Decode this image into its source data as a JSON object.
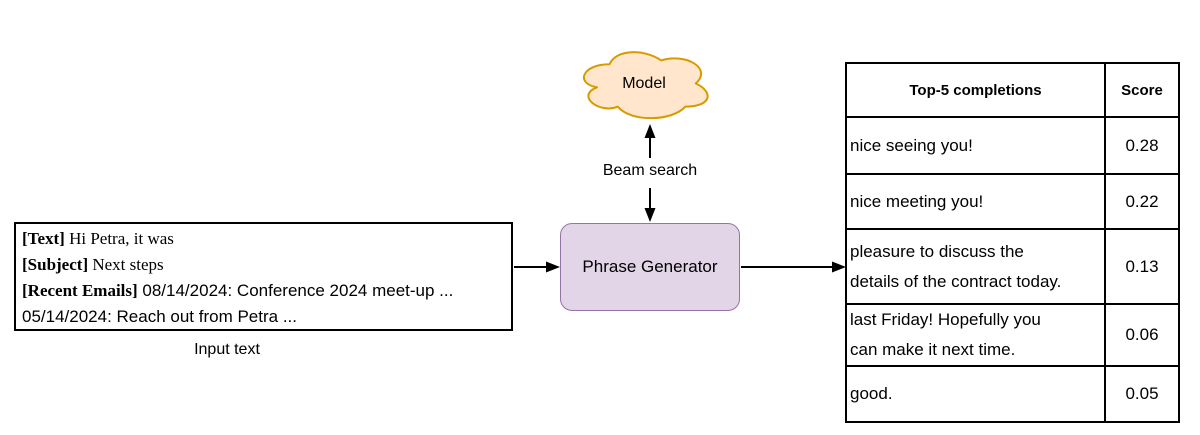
{
  "input_box": {
    "lines": [
      {
        "tag": "[Text]",
        "rest": " Hi Petra, it was"
      },
      {
        "tag": "[Subject]",
        "rest": " Next steps"
      },
      {
        "tag": "[Recent Emails]",
        "rest": " 08/14/2024: Conference 2024 meet-up ..."
      },
      {
        "tag": "",
        "rest": "05/14/2024: Reach out from Petra ..."
      }
    ],
    "caption": "Input text"
  },
  "model_cloud": {
    "label": "Model",
    "fill": "#FFE6CC",
    "stroke": "#D79B00"
  },
  "beam_search": {
    "label": "Beam search"
  },
  "phrase_generator": {
    "label": "Phrase Generator",
    "fill": "#E1D5E7",
    "stroke": "#9673A6"
  },
  "results_table": {
    "headers": {
      "completions": "Top-5 completions",
      "score": "Score"
    },
    "rows": [
      {
        "lines": [
          "nice seeing you!"
        ],
        "score": "0.28"
      },
      {
        "lines": [
          "nice meeting you!"
        ],
        "score": "0.22"
      },
      {
        "lines": [
          "pleasure to discuss the",
          "details of the contract today."
        ],
        "score": "0.13"
      },
      {
        "lines": [
          "last Friday! Hopefully you",
          "can make it next time."
        ],
        "score": "0.06"
      },
      {
        "lines": [
          "good."
        ],
        "score": "0.05"
      }
    ]
  }
}
